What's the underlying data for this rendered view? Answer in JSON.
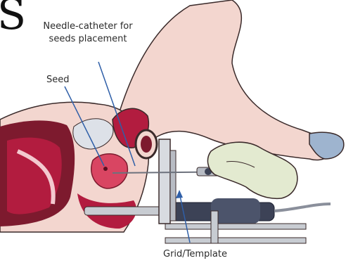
{
  "heading_fragment": "S",
  "labels": {
    "needle_line1": "Needle-catheter for",
    "needle_line2": "seeds placement",
    "seed": "Seed",
    "grid": "Grid/Template"
  },
  "colors": {
    "skin": "#f3d6cf",
    "skin_outline": "#3a2a2a",
    "organ_dark": "#b21c3f",
    "organ_mid": "#d94562",
    "bladder": "#dde1e8",
    "pelvis_dark": "#7d1a2e",
    "glove": "#e3ead0",
    "metal": "#c8ccd2",
    "probe": "#3c4256",
    "pointer_line": "#2f5fa8",
    "shoe": "#9eb4cf"
  }
}
